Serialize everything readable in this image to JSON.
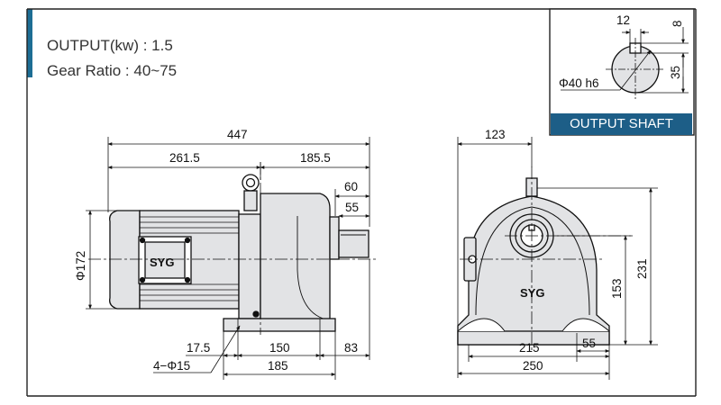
{
  "specs": {
    "output": "OUTPUT(kw) : 1.5",
    "gear_ratio": "Gear Ratio : 40~75"
  },
  "output_shaft": {
    "title": "OUTPUT SHAFT",
    "dim_key_width": "12",
    "dim_key_height": "8",
    "dim_height": "35",
    "dim_diameter": "Φ40 h6"
  },
  "side_view": {
    "dim_total_length": "447",
    "dim_motor_length": "261.5",
    "dim_gear_length": "185.5",
    "dim_shaft_60": "60",
    "dim_shaft_55": "55",
    "dim_diameter": "Φ172",
    "motor_brand": "SYG",
    "dim_foot_offset": "17.5",
    "dim_foot_150": "150",
    "dim_foot_83": "83",
    "dim_holes": "4−Φ15",
    "dim_foot_185": "185"
  },
  "front_view": {
    "dim_width_123": "123",
    "dim_height_231": "231",
    "dim_height_153": "153",
    "brand": "SYG",
    "dim_215": "215",
    "dim_55": "55",
    "dim_250": "250"
  },
  "colors": {
    "accent": "#1d6d94",
    "title_bar": "#1d5e87",
    "body_fill": "#e2e3e5",
    "outline": "#111111"
  }
}
